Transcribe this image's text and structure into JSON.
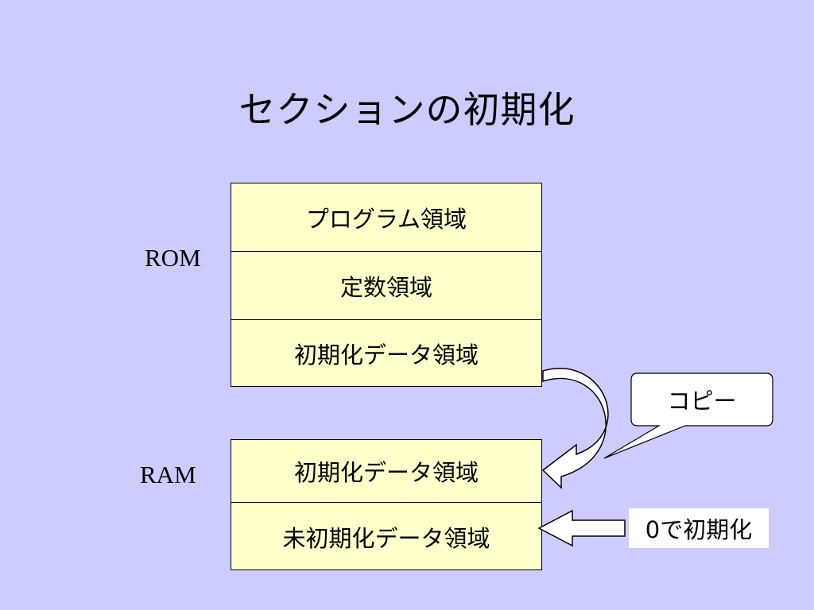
{
  "title": "セクションの初期化",
  "rom": {
    "label": "ROM",
    "regions": [
      "プログラム領域",
      "定数領域",
      "初期化データ領域"
    ]
  },
  "ram": {
    "label": "RAM",
    "regions": [
      "初期化データ領域",
      "未初期化データ領域"
    ]
  },
  "copy_callout": "コピー",
  "zero_init_label": "0で初期化",
  "colors": {
    "background": "#ccccff",
    "region_fill": "#ffffcc",
    "arrow_fill": "#ffffff",
    "border": "#000000"
  }
}
